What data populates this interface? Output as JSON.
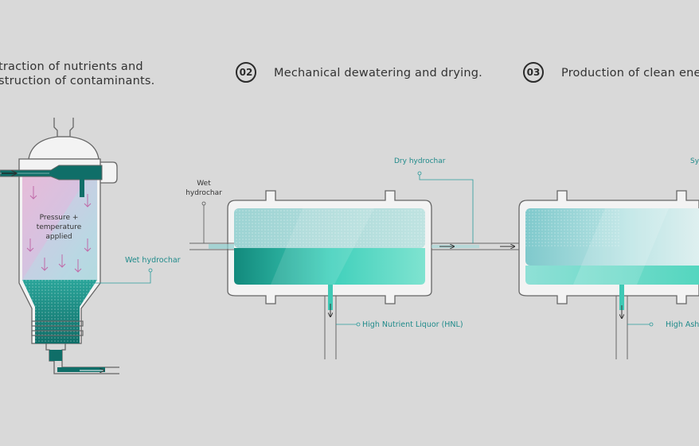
{
  "steps": [
    {
      "number": "",
      "lines": [
        "traction of nutrients and",
        "struction of contaminants."
      ]
    },
    {
      "number": "02",
      "lines": [
        "Mechanical dewatering and drying."
      ]
    },
    {
      "number": "03",
      "lines": [
        "Production of clean energ"
      ]
    }
  ],
  "reactor": {
    "inner_label": [
      "Pressure +",
      "temperature",
      "applied"
    ],
    "output_label": "Wet hydrochar"
  },
  "dewatering": {
    "input_label": [
      "Wet",
      "hydrochar"
    ],
    "top_output_label": "Dry hydrochar",
    "bottom_output_label": "High Nutrient Liquor (HNL)"
  },
  "energy": {
    "top_label": "Sy",
    "bottom_label": "High Ash"
  },
  "colors": {
    "background": "#d9d9d9",
    "teal": "#1f8a8a",
    "teal_dark": "#0f6e68",
    "teal_light": "#7fd8d0",
    "pink": "#c06aa8",
    "outline": "#555555"
  }
}
